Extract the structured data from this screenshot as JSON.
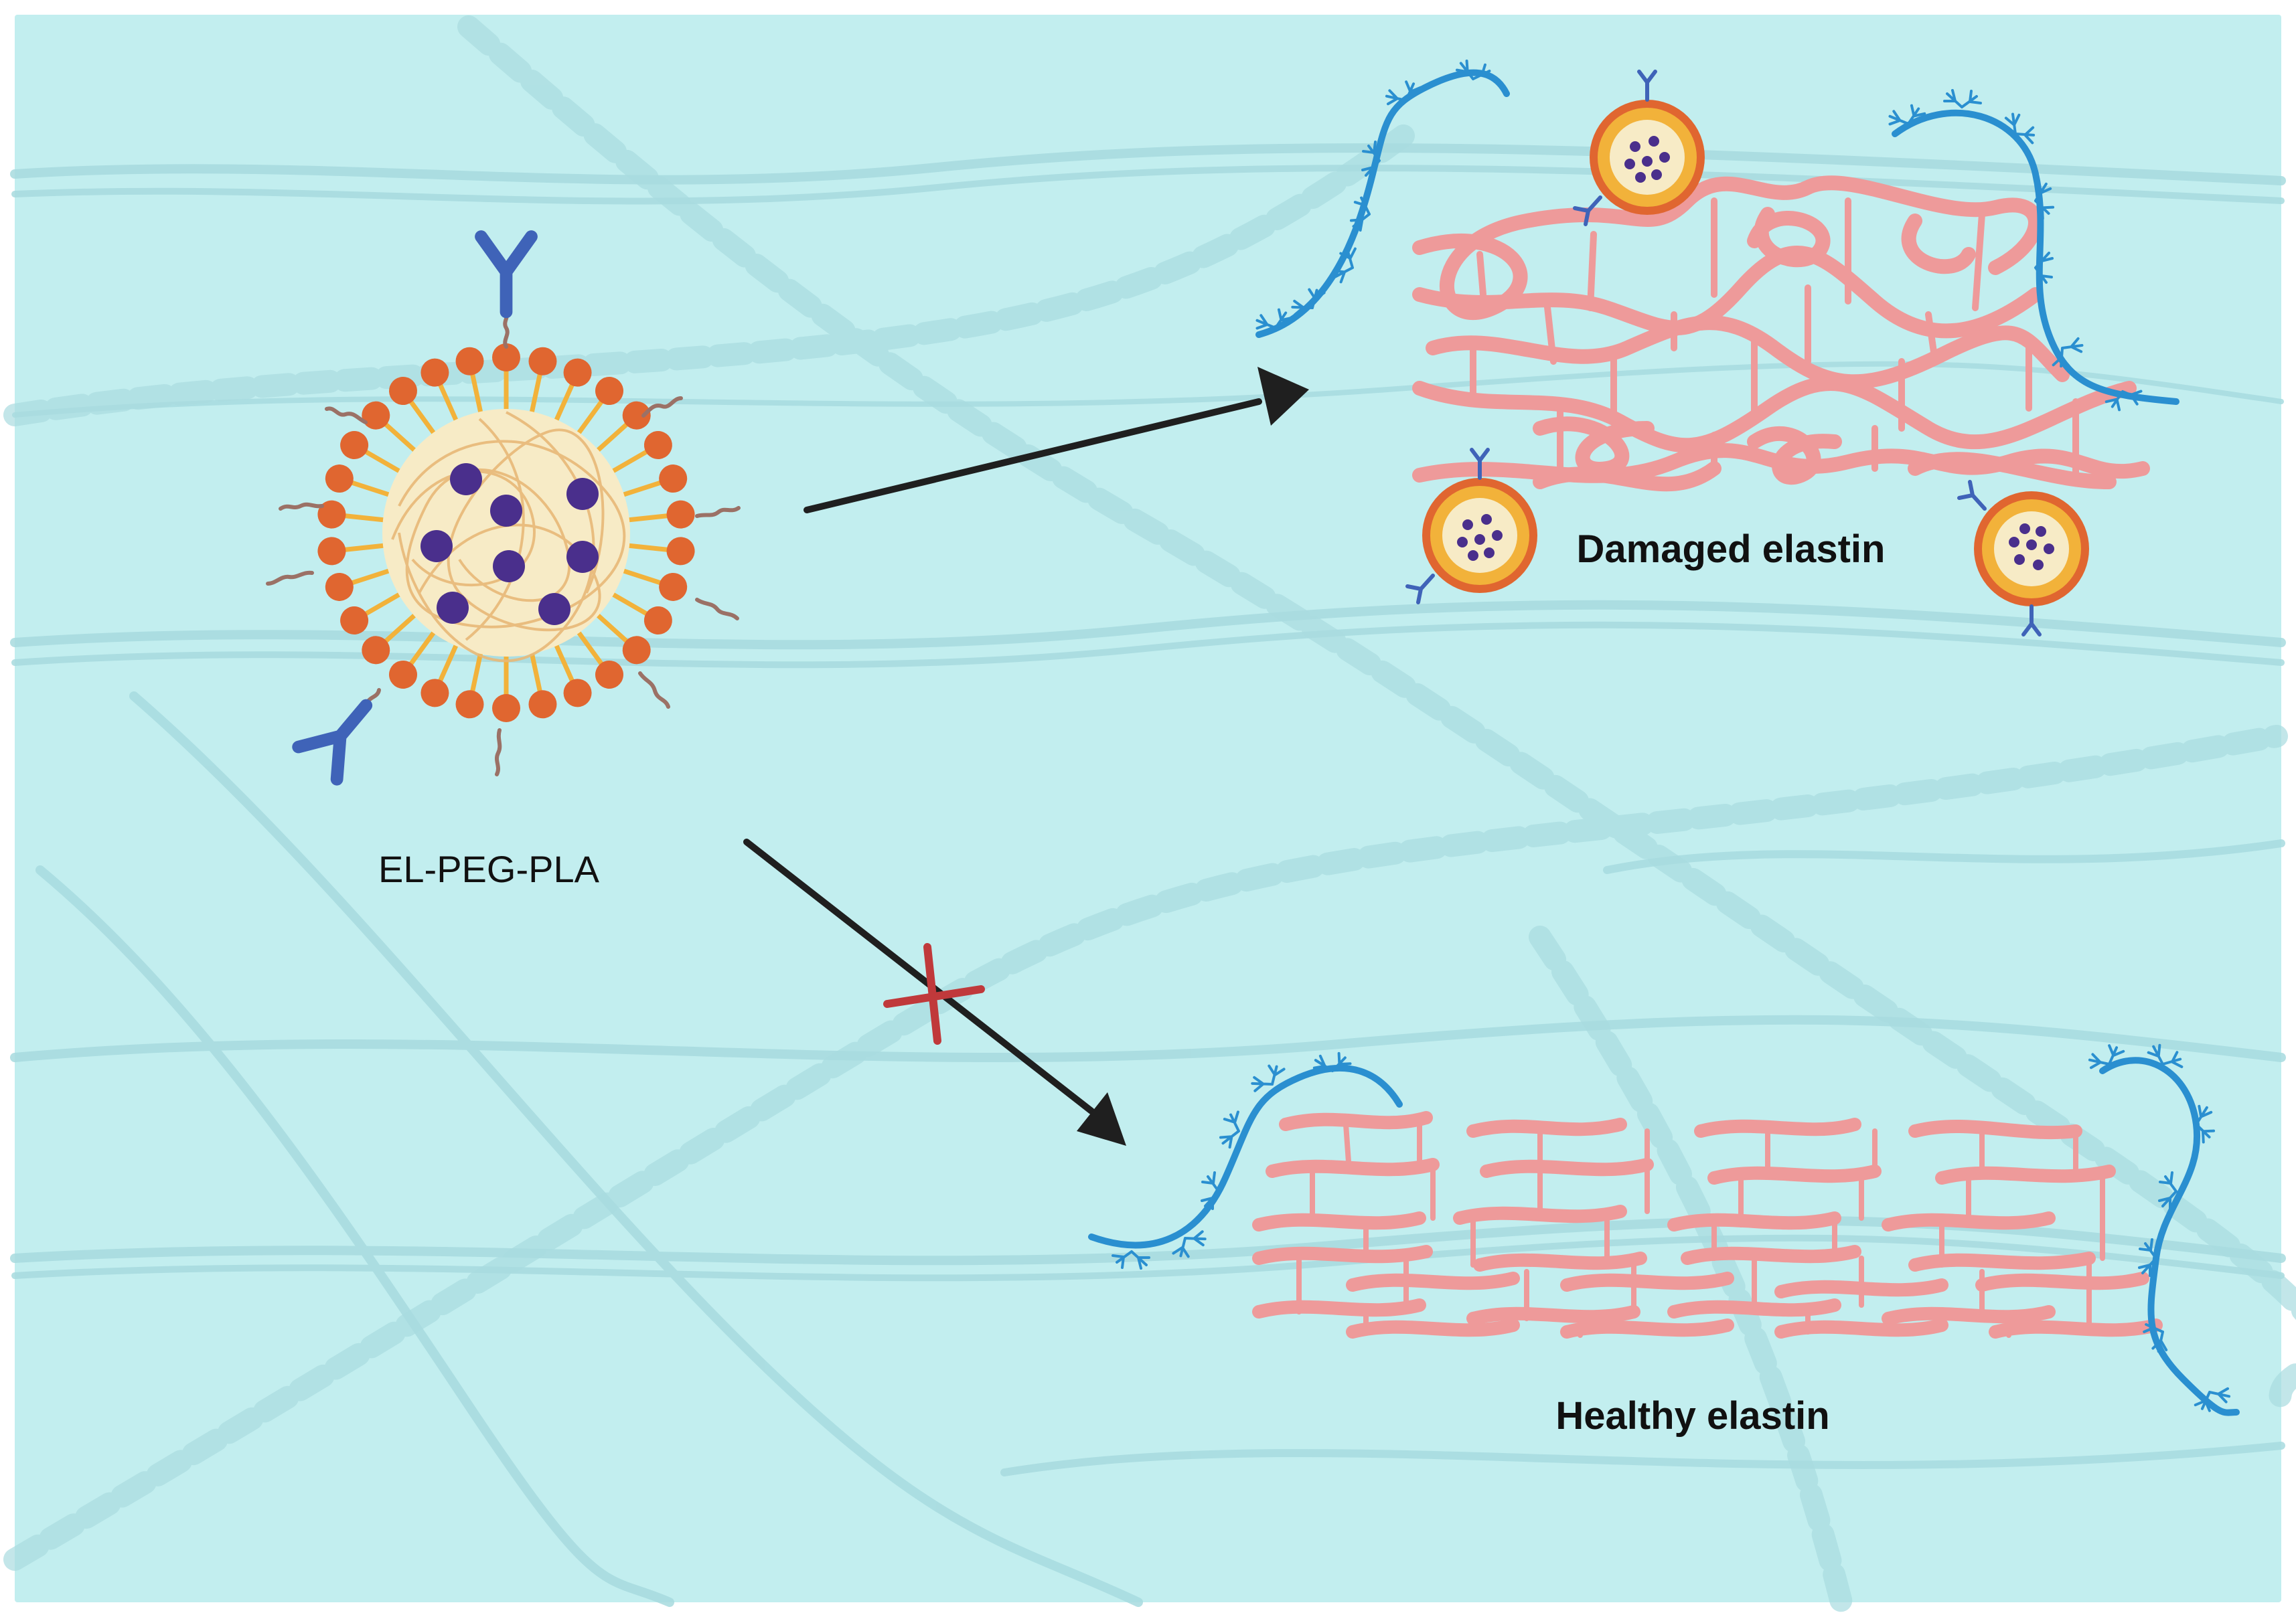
{
  "labels": {
    "nanoparticle": "EL-PEG-PLA",
    "damaged": "Damaged elastin",
    "healthy": "Healthy elastin"
  },
  "colors": {
    "background": "#c2eeef",
    "frame": "#ffffff",
    "fibril": "#9fd6da",
    "elastin": "#ee9a9a",
    "microfibril": "#2a8fd0",
    "head_group": "#e06630",
    "lipid_tail": "#f2b23a",
    "core": "#f7ebc6",
    "drug": "#4a2f8c",
    "antibody": "#3f63b8",
    "peg": "#9b7166",
    "arrow": "#1f1f1f",
    "block_mark": "#c0393b"
  },
  "icons": {
    "arrow_to_damaged": "arrow-right-up-icon",
    "arrow_to_healthy": "arrow-right-down-icon",
    "blocked": "cross-mark-icon"
  }
}
